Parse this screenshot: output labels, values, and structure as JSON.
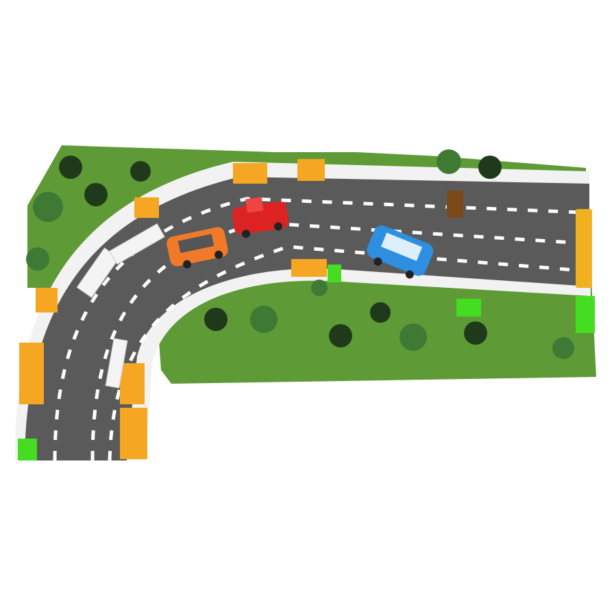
{
  "colors": {
    "background": "#ffffff",
    "grass": "#5e9a35",
    "road": "#5a5a5a",
    "curb": "#f2f2f2",
    "barrier_orange": "#f5a623",
    "barrier_green": "#44dd22",
    "tree_dark": "#1f3a1a",
    "tree_light": "#3f7a35"
  },
  "vehicles": [
    {
      "name": "red-car",
      "color": "#dd2222"
    },
    {
      "name": "orange-car",
      "color": "#f07a2a"
    },
    {
      "name": "blue-car",
      "color": "#2e8fe0"
    },
    {
      "name": "yellow-bus",
      "color": "#f0b020"
    }
  ]
}
